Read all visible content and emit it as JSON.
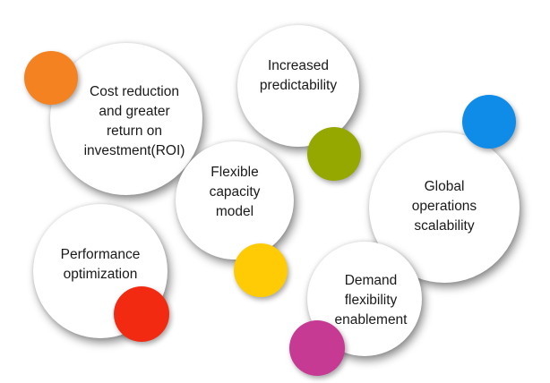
{
  "bubbles": {
    "cost": {
      "lines": [
        "Cost reduction",
        "and greater",
        "return on",
        "investment(ROI)"
      ]
    },
    "predictability": {
      "lines": [
        "Increased",
        "predictability"
      ]
    },
    "global": {
      "lines": [
        "Global",
        "operations",
        "scalability"
      ]
    },
    "flexible": {
      "lines": [
        "Flexible",
        "capacity",
        "model"
      ]
    },
    "performance": {
      "lines": [
        "Performance",
        "optimization"
      ]
    },
    "demand": {
      "lines": [
        "Demand",
        "flexibility",
        "enablement"
      ]
    }
  },
  "dots": {
    "orange": {
      "color": "#F58220"
    },
    "olive": {
      "color": "#94A800"
    },
    "blue": {
      "color": "#0F8BE8"
    },
    "yellow": {
      "color": "#FFCB05"
    },
    "red": {
      "color": "#F32A12"
    },
    "pink": {
      "color": "#C63A93"
    }
  }
}
